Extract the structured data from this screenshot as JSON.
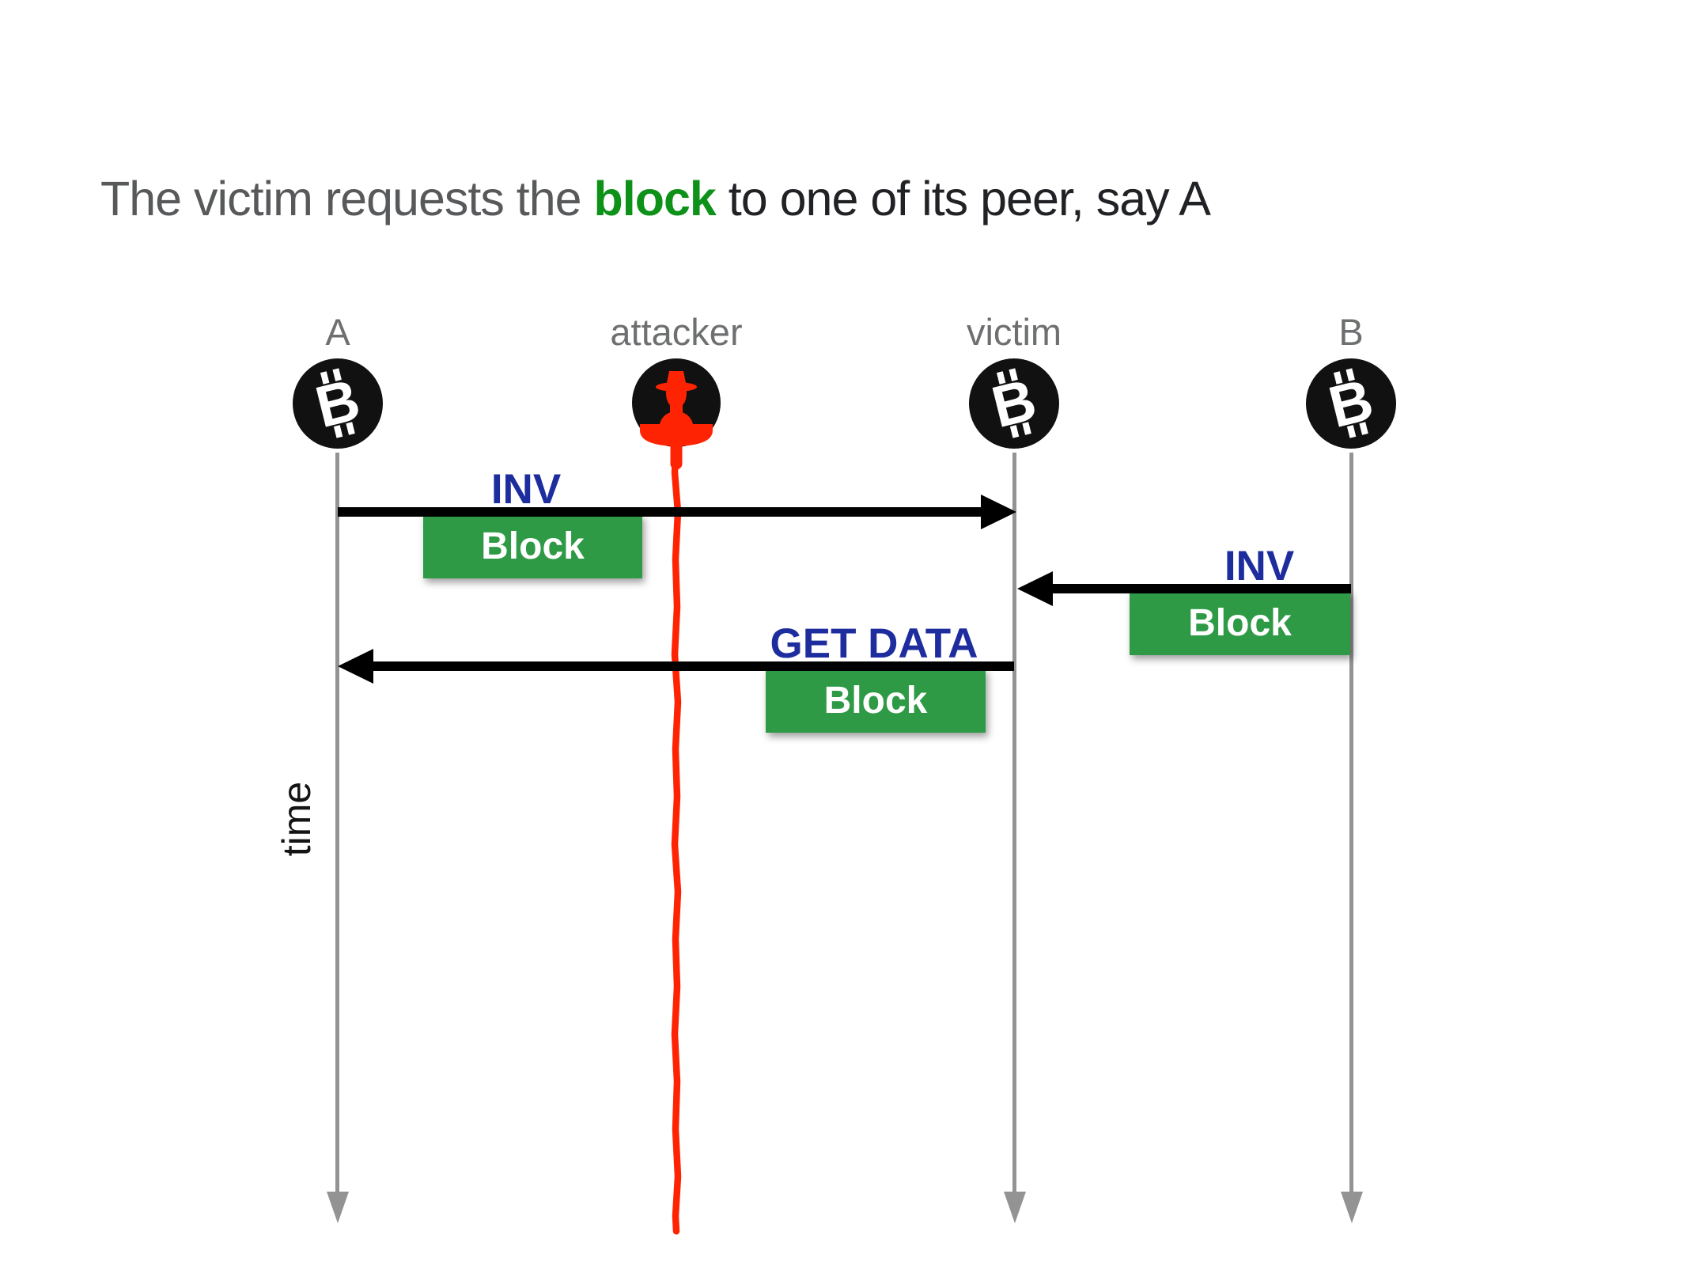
{
  "title": {
    "prefix": "The victim requests the ",
    "highlight": "block",
    "suffix": " to one of its peer, say A"
  },
  "actors": [
    {
      "label": "A",
      "icon": "bitcoin-node-icon"
    },
    {
      "label": "attacker",
      "icon": "attacker-spy-icon"
    },
    {
      "label": "victim",
      "icon": "bitcoin-node-icon"
    },
    {
      "label": "B",
      "icon": "bitcoin-node-icon"
    }
  ],
  "messages": [
    {
      "label": "INV",
      "payload": "Block",
      "from": "A",
      "to": "victim",
      "direction": "right"
    },
    {
      "label": "INV",
      "payload": "Block",
      "from": "B",
      "to": "victim",
      "direction": "left"
    },
    {
      "label": "GET DATA",
      "payload": "Block",
      "from": "victim",
      "to": "A",
      "direction": "left"
    }
  ],
  "axis": {
    "time_label": "time"
  },
  "colors": {
    "title_gray": "#58595b",
    "title_green": "#0e9118",
    "message_label_blue": "#1e2d9e",
    "payload_green": "#2f9a46",
    "attacker_red": "#fe2403",
    "lifeline_gray": "#939393",
    "arrow_black": "#000000",
    "node_black": "#111111"
  }
}
